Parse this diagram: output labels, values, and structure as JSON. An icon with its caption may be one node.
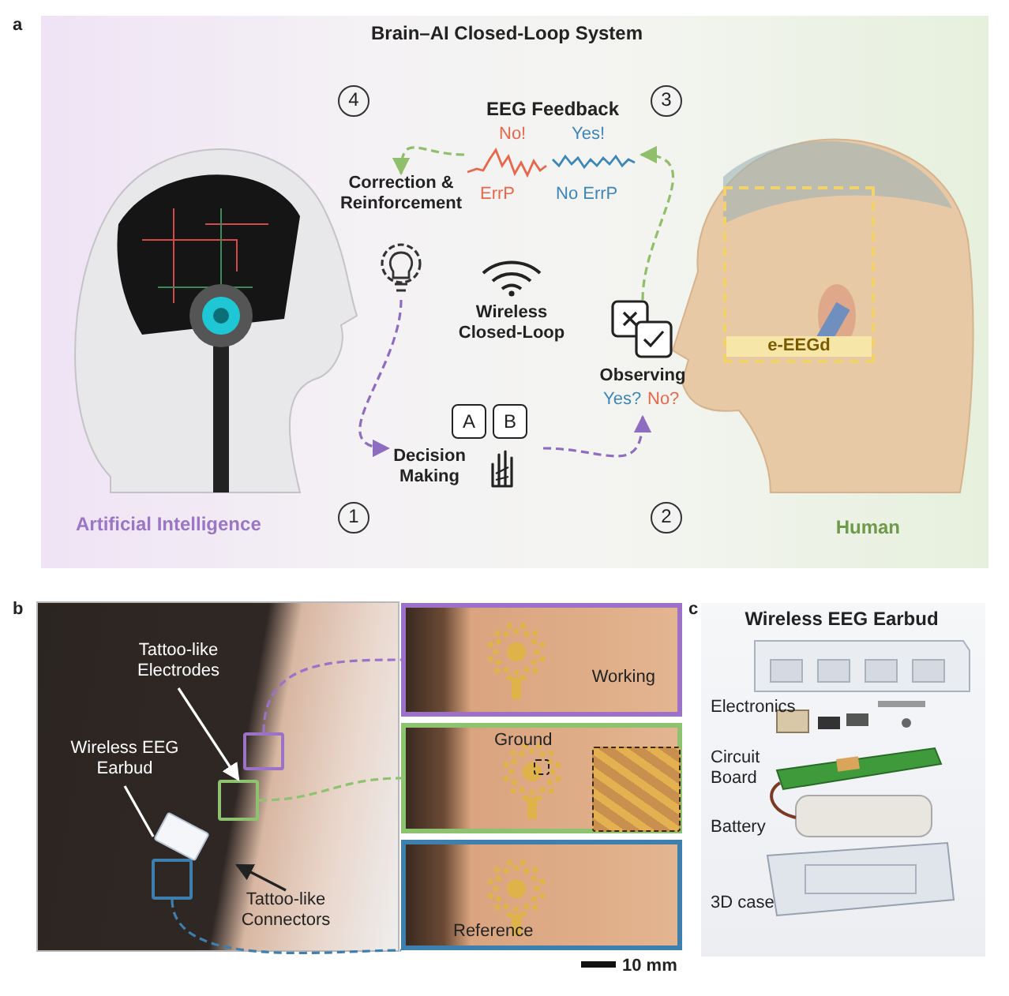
{
  "diagram": {
    "nodes": [
      {
        "text": [
          "Artificial Intelligence"
        ]
      },
      {
        "text": [
          "Human"
        ]
      },
      {
        "text": [
          "e-EEGd"
        ],
        "in": 1
      },
      {
        "text": [
          "EEG Feedback",
          "No!",
          "Yes!",
          "ErrP",
          "No ErrP"
        ]
      },
      {
        "text": [
          "Correction & Reinforcement"
        ]
      },
      {
        "text": [
          "Wireless Closed-Loop"
        ]
      },
      {
        "text": [
          "Observing",
          "Yes?",
          "No?"
        ]
      },
      {
        "text": [
          "A",
          "B",
          "Decision Making"
        ]
      },
      {
        "text": [],
        "shape": "picture"
      },
      {
        "text": [],
        "shape": "box",
        "in": 8
      },
      {
        "text": [],
        "shape": "box",
        "in": 8
      },
      {
        "text": [],
        "shape": "box",
        "in": 8
      },
      {
        "text": [],
        "shape": "box",
        "in": 8
      },
      {
        "text": [
          "Tattoo-like Electrodes"
        ],
        "in": 8
      },
      {
        "text": [
          "Wireless EEG Earbud"
        ],
        "in": 8
      },
      {
        "text": [
          "Tattoo-like Connectors"
        ],
        "in": 8
      },
      {
        "text": [
          "Working"
        ]
      },
      {
        "text": [
          "Ground"
        ]
      },
      {
        "text": [],
        "shape": "box",
        "in": 17
      },
      {
        "text": [],
        "shape": "box",
        "in": 17
      },
      {
        "text": [
          "Reference"
        ]
      }
    ],
    "edges": [
      {
        "from": 7,
        "to": 6,
        "arrow": "to",
        "style": "dashed",
        "color": "#8e6cc0"
      },
      {
        "from": 6,
        "to": 3,
        "arrow": "to",
        "style": "dashed",
        "color": "#8fbf6a"
      },
      {
        "from": 3,
        "to": 4,
        "arrow": "to",
        "style": "dashed",
        "color": "#8fbf6a"
      },
      {
        "from": 4,
        "to": 7,
        "arrow": "to",
        "style": "dashed",
        "color": "#8e6cc0"
      },
      {
        "from": 9,
        "to": 16,
        "arrow": "none",
        "style": "dashed",
        "color": "#9b72c8"
      },
      {
        "from": 10,
        "to": 17,
        "arrow": "none",
        "style": "dashed",
        "color": "#8dc26f"
      },
      {
        "from": 11,
        "to": 20,
        "arrow": "none",
        "style": "dashed",
        "color": "#3f7fae"
      },
      {
        "from": 13,
        "to": 10,
        "arrow": "to",
        "color": "#ffffff"
      },
      {
        "from": 14,
        "to": 12,
        "arrow": "none",
        "color": "#ffffff"
      },
      {
        "from": 15,
        "to": null,
        "arrow": "to",
        "color": "#222222"
      }
    ],
    "labels": [
      "a",
      "Brain–AI Closed-Loop System",
      "4",
      "3",
      "1",
      "2",
      "b",
      "c",
      "Wireless EEG Earbud",
      "Electronics",
      "Circuit Board",
      "Battery",
      "3D case",
      "10 mm"
    ]
  }
}
